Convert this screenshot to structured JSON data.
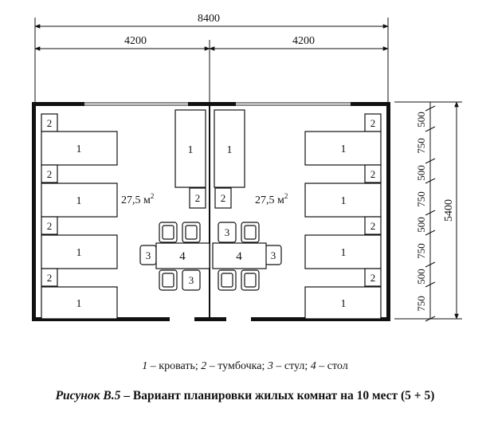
{
  "dimensions": {
    "total_width": "8400",
    "half_width": "4200",
    "total_height": "5400",
    "segment_a": "500",
    "segment_b": "750"
  },
  "rooms": {
    "area_label": "27,5 м",
    "area_sup": "2"
  },
  "furniture_labels": {
    "bed": "1",
    "nightstand": "2",
    "chair": "3",
    "table": "4"
  },
  "legend": {
    "k1": "1",
    "v1": " – кровать; ",
    "k2": "2",
    "v2": " – тумбочка; ",
    "k3": "3",
    "v3": " – стул; ",
    "k4": "4",
    "v4": " – стол"
  },
  "caption": {
    "prefix": "Рисунок В.5",
    "text": " – Вариант планировки жилых комнат на 10 мест (5 + 5)"
  }
}
